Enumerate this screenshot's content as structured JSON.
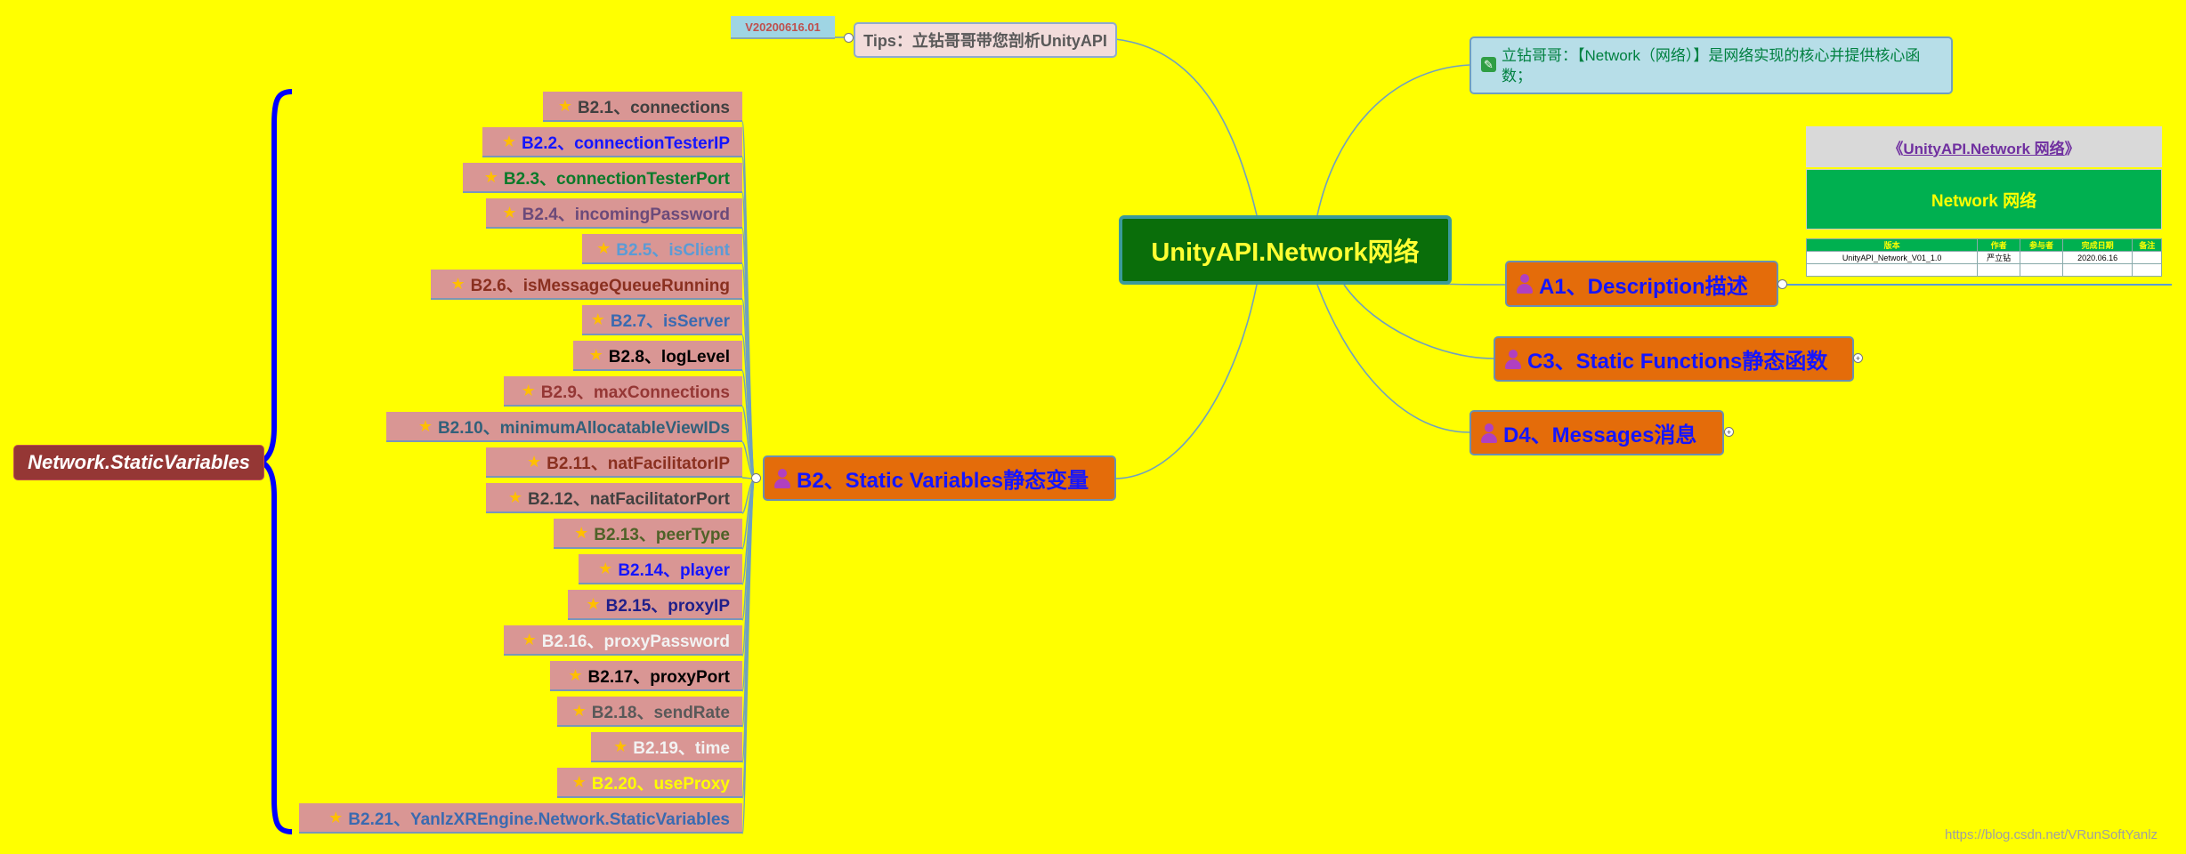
{
  "central_topic": "UnityAPI.Network网络",
  "version_tag": "V20200616.01",
  "tips": "Tips：立钻哥哥带您剖析UnityAPI",
  "note": "立钻哥哥：【Network（网络）】是网络实现的核心并提供核心函数；",
  "branches": {
    "a1": "A1、Description描述",
    "b2": "B2、Static Variables静态变量",
    "c3": "C3、Static Functions静态函数",
    "d4": "D4、Messages消息"
  },
  "root_label": "Network.StaticVariables",
  "leaves": [
    {
      "label": "B2.1、connections",
      "color": "#404040"
    },
    {
      "label": "B2.2、connectionTesterIP",
      "color": "#1515ff"
    },
    {
      "label": "B2.3、connectionTesterPort",
      "color": "#0a7a2a"
    },
    {
      "label": "B2.4、incomingPassword",
      "color": "#6b4a7a"
    },
    {
      "label": "B2.5、isClient",
      "color": "#5b9bd5"
    },
    {
      "label": "B2.6、isMessageQueueRunning",
      "color": "#8a3020"
    },
    {
      "label": "B2.7、isServer",
      "color": "#3a6ab0"
    },
    {
      "label": "B2.8、logLevel",
      "color": "#000000"
    },
    {
      "label": "B2.9、maxConnections",
      "color": "#953735"
    },
    {
      "label": "B2.10、minimumAllocatableViewIDs",
      "color": "#31607a"
    },
    {
      "label": "B2.11、natFacilitatorIP",
      "color": "#8a3020"
    },
    {
      "label": "B2.12、natFacilitatorPort",
      "color": "#404040"
    },
    {
      "label": "B2.13、peerType",
      "color": "#4f6228"
    },
    {
      "label": "B2.14、player",
      "color": "#1515ff"
    },
    {
      "label": "B2.15、proxyIP",
      "color": "#1f1f8a"
    },
    {
      "label": "B2.16、proxyPassword",
      "color": "#f2f2f2"
    },
    {
      "label": "B2.17、proxyPort",
      "color": "#000000"
    },
    {
      "label": "B2.18、sendRate",
      "color": "#595959"
    },
    {
      "label": "B2.19、time",
      "color": "#f2f2f2"
    },
    {
      "label": "B2.20、useProxy",
      "color": "#ffff00"
    },
    {
      "label": "B2.21、YanlzXREngine.Network.StaticVariables",
      "color": "#3a6ab0"
    }
  ],
  "doc_preview": {
    "title_prefix": "《",
    "title_link": "UnityAPI.Network 网络",
    "title_suffix": "》",
    "banner": "Network 网络",
    "table_headers": [
      "版本",
      "作者",
      "参与者",
      "完成日期",
      "备注"
    ],
    "table_row": [
      "UnityAPI_Network_V01_1.0",
      "严立钻",
      "",
      "2020.06.16",
      ""
    ]
  },
  "watermark": "https://blog.csdn.net/VRunSoftYanlz",
  "colors": {
    "background": "#ffff00",
    "central_fill": "#0a6e0a",
    "branch_fill": "#e46c0a",
    "branch_text": "#1515ff",
    "leaf_fill": "#d99694",
    "root_fill": "#953735",
    "brace": "#0000ff"
  }
}
